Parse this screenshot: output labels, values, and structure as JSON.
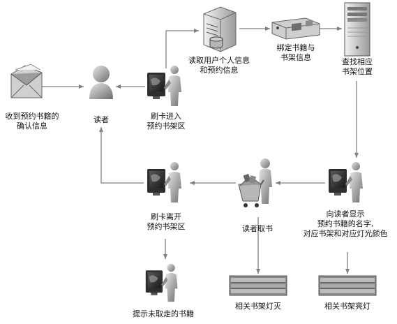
{
  "nodes": {
    "received_confirmation": {
      "lines": [
        "收到预约书籍的",
        "确认信息"
      ],
      "icon": "envelope-icon"
    },
    "reader": {
      "lines": [
        "读者"
      ],
      "icon": "person-icon"
    },
    "swipe_enter": {
      "lines": [
        "刷卡进入",
        "预约书架区"
      ],
      "icon": "card-reader-person-icon"
    },
    "read_user_info": {
      "lines": [
        "读取用户个人信息",
        "和预约信息"
      ],
      "icon": "database-server-icon"
    },
    "bind_book_shelf": {
      "lines": [
        "绑定书籍与",
        "书架信息"
      ],
      "icon": "network-card-icon"
    },
    "find_shelf": {
      "lines": [
        "查找相应",
        "书架位置"
      ],
      "icon": "server-tower-icon"
    },
    "display_to_reader": {
      "lines": [
        "向读者显示",
        "预约书籍的名字,",
        "对应书架和对应灯光颜色"
      ],
      "icon": "card-reader-person-icon"
    },
    "reader_takes_book": {
      "lines": [
        "读者取书"
      ],
      "icon": "shopping-cart-person-icon"
    },
    "swipe_leave": {
      "lines": [
        "刷卡离开",
        "预约书架区"
      ],
      "icon": "card-reader-person-icon"
    },
    "prompt_untaken": {
      "lines": [
        "提示未取走的书籍"
      ],
      "icon": "card-reader-person-icon"
    },
    "shelf_light_off": {
      "lines": [
        "相关书架灯灭"
      ],
      "icon": "shelf-light-icon"
    },
    "shelf_light_on": {
      "lines": [
        "相关书架亮灯"
      ],
      "icon": "shelf-light-icon"
    }
  },
  "colors": {
    "line": "#7f7f7f",
    "icon_dark": "#3a3a3a",
    "icon_mid": "#8c8c8c",
    "icon_light": "#d4d4d4"
  }
}
